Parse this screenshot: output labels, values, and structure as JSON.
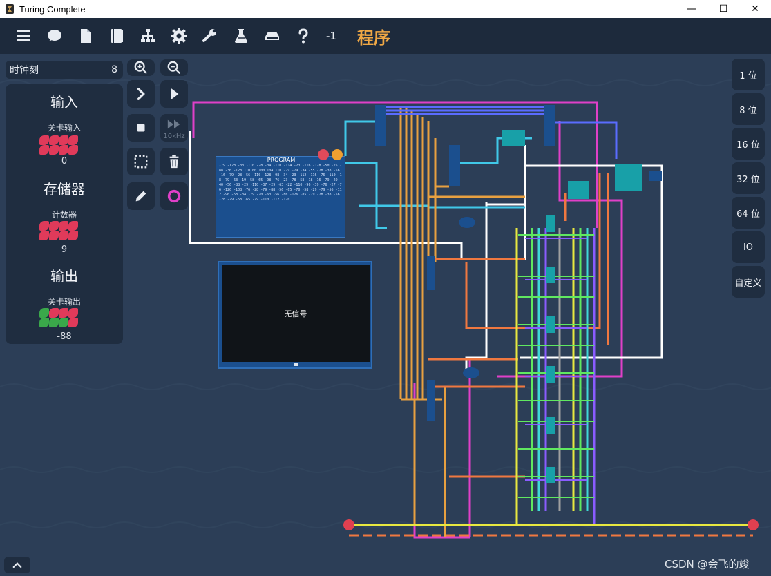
{
  "window": {
    "title": "Turing Complete",
    "minimize": "—",
    "maximize": "☐",
    "close": "✕"
  },
  "toolbar": {
    "icons": [
      "menu-icon",
      "chat-icon",
      "file-icon",
      "book-icon",
      "hierarchy-icon",
      "gear-icon",
      "wrench-icon",
      "flask-icon",
      "drive-icon",
      "help-icon"
    ],
    "counter": "-1",
    "title": "程序"
  },
  "tick": {
    "label": "时钟刻",
    "value": "8"
  },
  "left_panel": {
    "input_heading": "输入",
    "input_sub": "关卡输入",
    "input_value": "0",
    "storage_heading": "存储器",
    "storage_sub": "计数器",
    "storage_value": "9",
    "output_heading": "输出",
    "output_sub": "关卡输出",
    "output_value": "-88"
  },
  "controls": {
    "speed_label": "10kHz"
  },
  "bit_buttons": [
    "1 位",
    "8 位",
    "16 位",
    "32 位",
    "64 位",
    "IO",
    "自定义"
  ],
  "program": {
    "title": "PROGRAM",
    "lines": "-79 -128 -33 -110 -28 -34 -110 -114 -23 -116 -128 -50 -25 -88 -36 -128 110 60 100 104 110 -29 -79 -34 -55 -78 -38 -56 -16 -79 -28 -56 -110 -128 -98 -34 -23 -112 -116 -76 -110 -18 -79 -63 -19 -58 -65 -98 -76 -23 -78 -58 -18 -16 -79 -29 -40 -56 -88 -29 -110 -37 -29 -63 -22 -110 -96 -39 -76 -27 -76 -126 -108 -76 -28 -79 -88 -56 -65 -70 -58 -29 -79 -56 -112 -96 -58 -34 -79 -70 -63 -56 -86 -126 -85 -79 -78 -38 -56 -28 -29 -58 -65 -79 -110 -112 -120"
  },
  "screen": {
    "no_signal": "无信号"
  },
  "watermark": "CSDN @会飞的竣"
}
